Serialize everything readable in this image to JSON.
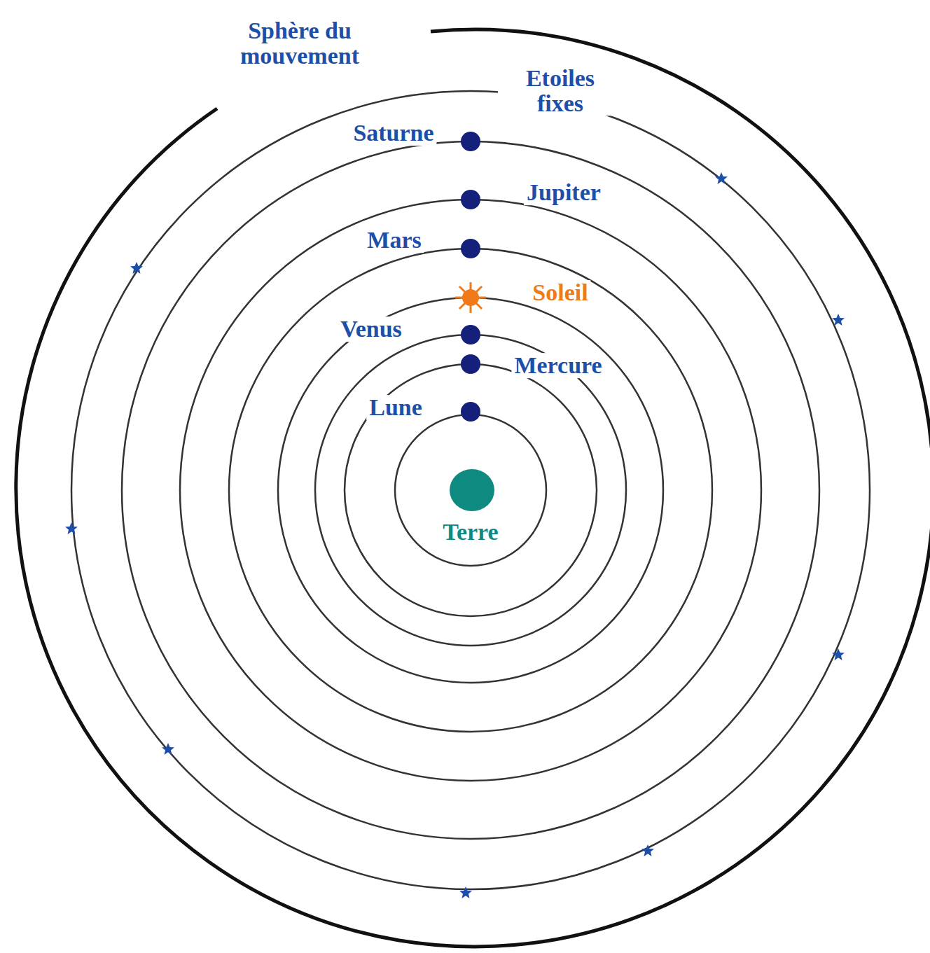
{
  "diagram": {
    "labels": [
      "Sphère du mouvement",
      "Etoiles fixes",
      "Saturne",
      "Jupiter",
      "Mars",
      "Soleil",
      "Venus",
      "Mercure",
      "Lune",
      "Terre"
    ]
  }
}
